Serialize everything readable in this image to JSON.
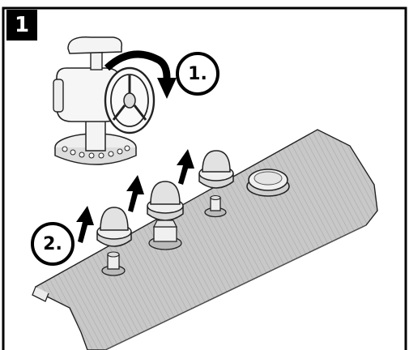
{
  "step_number": "1",
  "callouts": {
    "first": "1.",
    "second": "2."
  },
  "colors": {
    "frame": "#000000",
    "panel_fill": "#c8c8c8",
    "panel_stripe": "#a9a9a9",
    "arrow": "#000000",
    "cap_fill": "#e2e2e2"
  },
  "icons": {
    "valve": "valve-handwheel-icon",
    "rotate": "rotate-clockwise-arrow-icon",
    "lift": "lift-up-arrow-icon"
  }
}
